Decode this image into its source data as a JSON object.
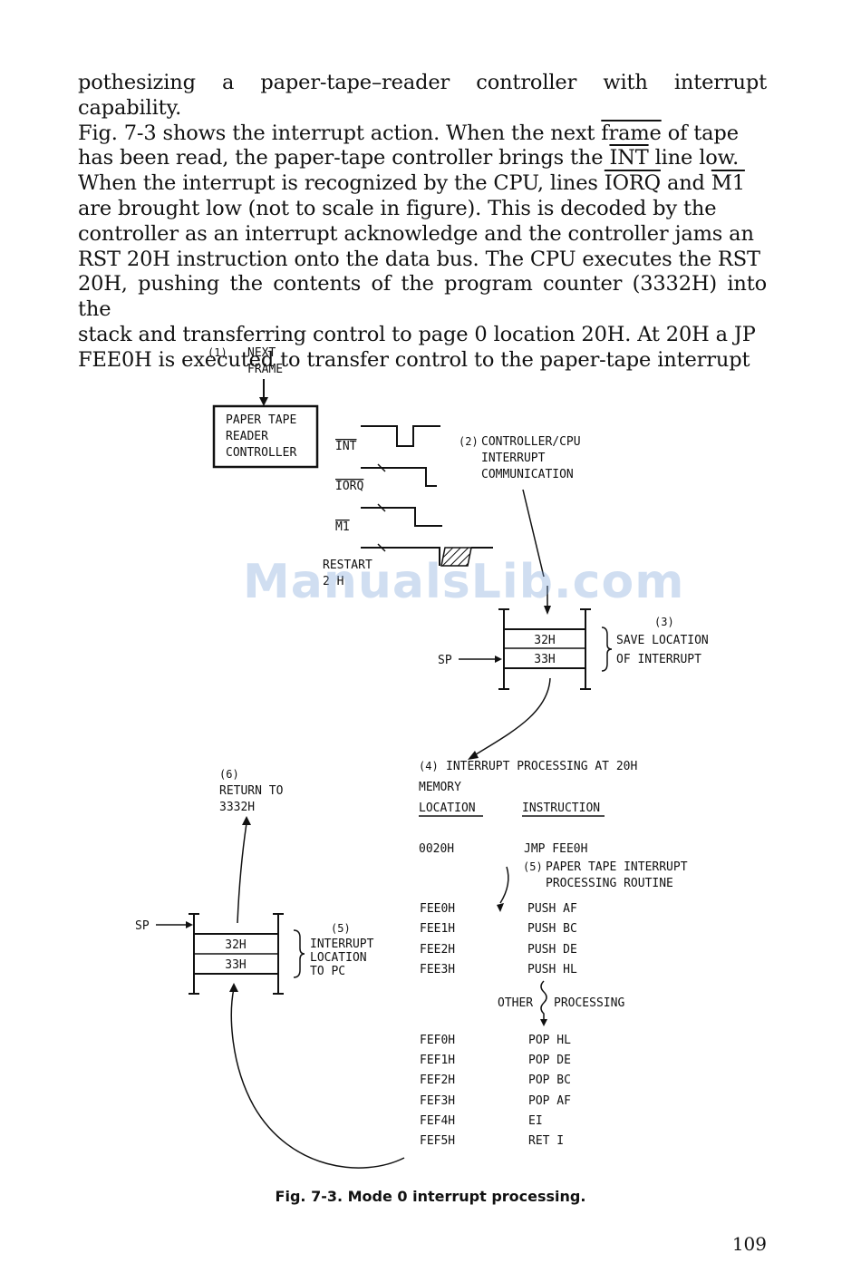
{
  "body_text": {
    "l1": "pothesizing a paper-tape–reader controller with interrupt capability.",
    "l2a": "Fig. 7-3 shows the interrupt action. When the next ",
    "l2_frame": "frame",
    "l2b": " of tape",
    "l3a": "has been read, the paper-tape controller brings the ",
    "l3_int": "INT",
    "l3b": " line low.",
    "l4a": "When the interrupt is recognized by the CPU, lines ",
    "l4_iorq": "IORQ",
    "l4b": " and ",
    "l4_m1": "M1",
    "l5": "are brought low (not to scale in figure). This is decoded by the",
    "l6": "controller as an interrupt acknowledge and the controller jams an",
    "l7": "RST 20H instruction onto the data bus. The CPU executes the RST",
    "l8": "20H, pushing the contents of the program counter (3332H) into the",
    "l9": "stack and transferring control to page 0 location 20H. At 20H a JP",
    "l10": "FEE0H is executed to transfer control to the paper-tape interrupt"
  },
  "figure": {
    "step1_num": "(1)",
    "step1_l1": "NEXT",
    "step1_l2": "FRAME",
    "controller_l1": "PAPER TAPE",
    "controller_l2": "READER",
    "controller_l3": "CONTROLLER",
    "sig_int": "INT",
    "sig_iorq": "IORQ",
    "sig_m1": "M1",
    "sig_restart_l1": "RESTART",
    "sig_restart_l2": "2 H",
    "step2_num": "(2)",
    "step2_l1": "CONTROLLER/CPU",
    "step2_l2": "INTERRUPT",
    "step2_l3": "COMMUNICATION",
    "step3_num": "(3)",
    "step3_l1": "SAVE LOCATION",
    "step3_l2": "OF INTERRUPT",
    "stack_top": "32H",
    "stack_bottom": "33H",
    "sp": "SP",
    "step4_num": "(4)",
    "step4_l1": "INTERRUPT PROCESSING AT 20H",
    "mem_header_l1": "MEMORY",
    "mem_header_l2": "LOCATION",
    "instr_header": "INSTRUCTION",
    "row0_loc": "0020H",
    "row0_instr": "JMP FEE0H",
    "step5_num": "(5)",
    "step5_l1": "PAPER TAPE INTERRUPT",
    "step5_l2": "PROCESSING ROUTINE",
    "push_rows": [
      {
        "loc": "FEE0H",
        "instr": "PUSH AF"
      },
      {
        "loc": "FEE1H",
        "instr": "PUSH BC"
      },
      {
        "loc": "FEE2H",
        "instr": "PUSH DE"
      },
      {
        "loc": "FEE3H",
        "instr": "PUSH HL"
      }
    ],
    "other_l": "OTHER",
    "other_r": "PROCESSING",
    "pop_rows": [
      {
        "loc": "FEF0H",
        "instr": "POP  HL"
      },
      {
        "loc": "FEF1H",
        "instr": "POP  DE"
      },
      {
        "loc": "FEF2H",
        "instr": "POP  BC"
      },
      {
        "loc": "FEF3H",
        "instr": "POP  AF"
      },
      {
        "loc": "FEF4H",
        "instr": "EI"
      },
      {
        "loc": "FEF5H",
        "instr": "RET I"
      }
    ],
    "step6_num": "(6)",
    "step6_l1": "RETURN TO",
    "step6_l2": "3332H",
    "step5b_num": "(5)",
    "step5b_l1": "INTERRUPT",
    "step5b_l2": "LOCATION",
    "step5b_l3": "TO PC"
  },
  "caption": "Fig. 7-3. Mode 0 interrupt processing.",
  "page_number": "109",
  "watermark": "ManualsLib.com"
}
